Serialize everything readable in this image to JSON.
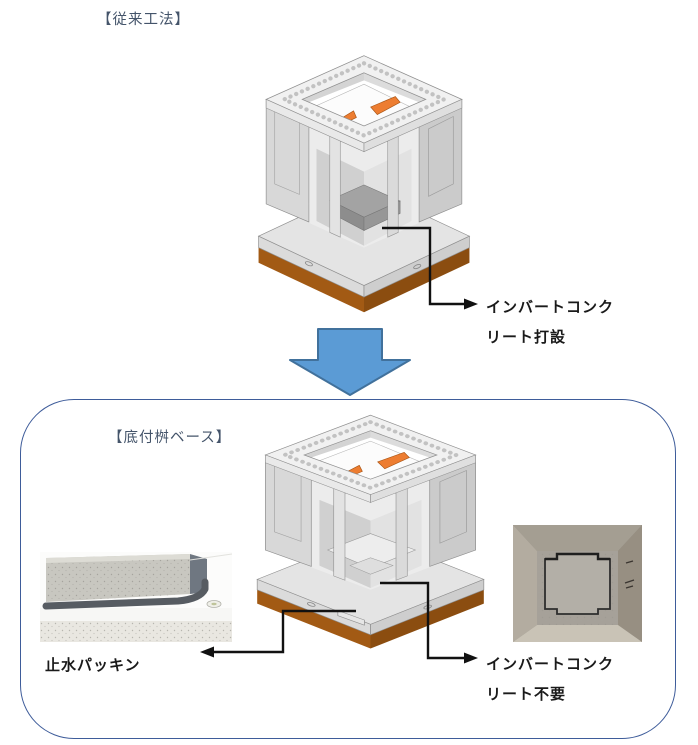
{
  "titles": {
    "conventional": "【従来工法】",
    "new_base": "【底付桝ベース】"
  },
  "annotations": {
    "invert_cast": {
      "line1": "インバートコンク",
      "line2": "リート打設"
    },
    "water_stop": "止水パッキン",
    "invert_not_required": {
      "line1": "インバートコンク",
      "line2": "リート不要"
    }
  },
  "colors": {
    "transition_arrow_fill": "#5B9BD5",
    "transition_arrow_stroke": "#41719C",
    "panel_border": "#3E5C9A",
    "label_text": "#44546A",
    "annotation_text": "#1a1a1a",
    "leader_line": "#111111",
    "foundation_brown_light": "#A25A14",
    "foundation_brown_dark": "#8B4D10",
    "concrete_light": "#D8D8D8",
    "invert_block_gray": "#A3A3A3",
    "pipe_orange": "#ED7D31"
  },
  "icons": {
    "down_block_arrow": "down-block-arrow",
    "leader_arrowhead": "leader-arrowhead"
  }
}
